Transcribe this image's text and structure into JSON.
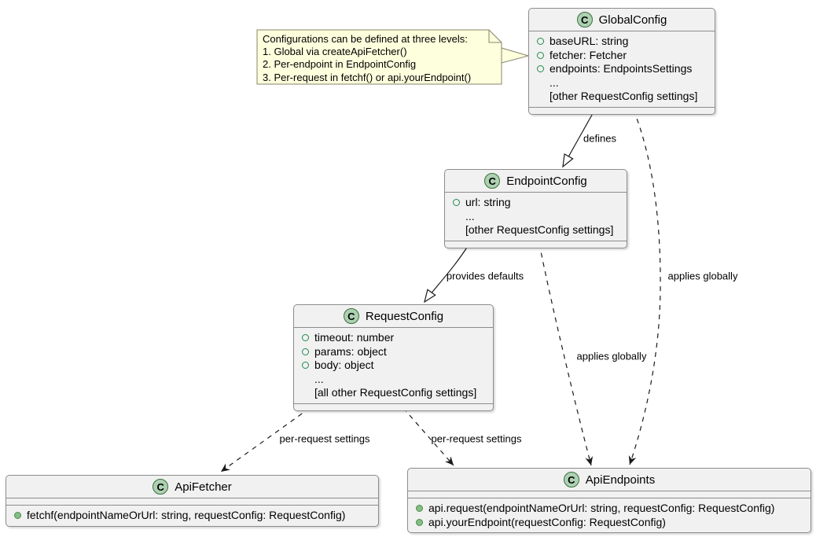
{
  "diagram_type": "uml-class-diagram",
  "note": {
    "lines": [
      "Configurations can be defined at three levels:",
      "1. Global via createApiFetcher()",
      "2. Per-endpoint in EndpointConfig",
      "3. Per-request in fetchf() or api.yourEndpoint()"
    ]
  },
  "classes": [
    {
      "name": "GlobalConfig",
      "badge": "C",
      "members": [
        "baseURL: string",
        "fetcher: Fetcher",
        "endpoints: EndpointsSettings",
        "...",
        "[other RequestConfig settings]"
      ],
      "methods": []
    },
    {
      "name": "EndpointConfig",
      "badge": "C",
      "members": [
        "url: string",
        "...",
        "[other RequestConfig settings]"
      ],
      "methods": []
    },
    {
      "name": "RequestConfig",
      "badge": "C",
      "members": [
        "timeout: number",
        "params: object",
        "body: object",
        "...",
        "[all other RequestConfig settings]"
      ],
      "methods": []
    },
    {
      "name": "ApiFetcher",
      "badge": "C",
      "members": [],
      "methods": [
        "fetchf(endpointNameOrUrl: string, requestConfig: RequestConfig)"
      ]
    },
    {
      "name": "ApiEndpoints",
      "badge": "C",
      "members": [],
      "methods": [
        "api.request(endpointNameOrUrl: string, requestConfig: RequestConfig)",
        "api.yourEndpoint(requestConfig: RequestConfig)"
      ]
    }
  ],
  "edges": [
    {
      "from": "GlobalConfig",
      "to": "EndpointConfig",
      "label": "defines",
      "style": "solid, hollow triangle arrowhead"
    },
    {
      "from": "EndpointConfig",
      "to": "RequestConfig",
      "label": "provides defaults",
      "style": "solid, hollow triangle arrowhead"
    },
    {
      "from": "RequestConfig",
      "to": "ApiFetcher",
      "label": "per-request settings",
      "style": "dashed, arrow"
    },
    {
      "from": "RequestConfig",
      "to": "ApiEndpoints",
      "label": "per-request settings",
      "style": "dashed, arrow"
    },
    {
      "from": "EndpointConfig",
      "to": "ApiEndpoints",
      "label": "applies globally",
      "style": "dashed, arrow"
    },
    {
      "from": "GlobalConfig",
      "to": "ApiEndpoints",
      "label": "applies globally",
      "style": "dashed, arrow"
    }
  ],
  "colors": {
    "class_fill": "#F1F1F1",
    "class_border": "#8C8C8C",
    "badge_fill": "#ADD1B2",
    "badge_border": "#3B6E3B",
    "field_icon": "#1F8A4C",
    "method_icon": "#84BE84",
    "note_fill": "#FEFFDD",
    "note_border": "#85856B",
    "line": "#1A1A1A"
  }
}
